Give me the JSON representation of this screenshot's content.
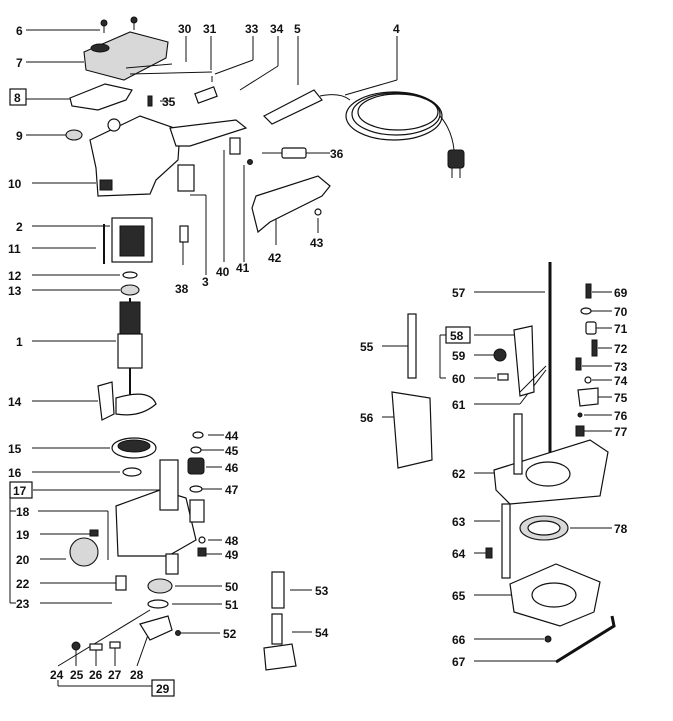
{
  "labels": {
    "l1": "1",
    "l2": "2",
    "l3": "3",
    "l4": "4",
    "l5": "5",
    "l6": "6",
    "l7": "7",
    "l8": "8",
    "l9": "9",
    "l10": "10",
    "l11": "11",
    "l12": "12",
    "l13": "13",
    "l14": "14",
    "l15": "15",
    "l16": "16",
    "l17": "17",
    "l18": "18",
    "l19": "19",
    "l20": "20",
    "l22": "22",
    "l23": "23",
    "l24": "24",
    "l25": "25",
    "l26": "26",
    "l27": "27",
    "l28": "28",
    "l29": "29",
    "l30": "30",
    "l31": "31",
    "l33": "33",
    "l34": "34",
    "l35": "35",
    "l36": "36",
    "l38": "38",
    "l40": "40",
    "l41": "41",
    "l42": "42",
    "l43": "43",
    "l44": "44",
    "l45": "45",
    "l46": "46",
    "l47": "47",
    "l48": "48",
    "l49": "49",
    "l50": "50",
    "l51": "51",
    "l52": "52",
    "l53": "53",
    "l54": "54",
    "l55": "55",
    "l56": "56",
    "l57": "57",
    "l58": "58",
    "l59": "59",
    "l60": "60",
    "l61": "61",
    "l62": "62",
    "l63": "63",
    "l64": "64",
    "l65": "65",
    "l66": "66",
    "l67": "67",
    "l69": "69",
    "l70": "70",
    "l71": "71",
    "l72": "72",
    "l73": "73",
    "l74": "74",
    "l75": "75",
    "l76": "76",
    "l77": "77",
    "l78": "78"
  }
}
